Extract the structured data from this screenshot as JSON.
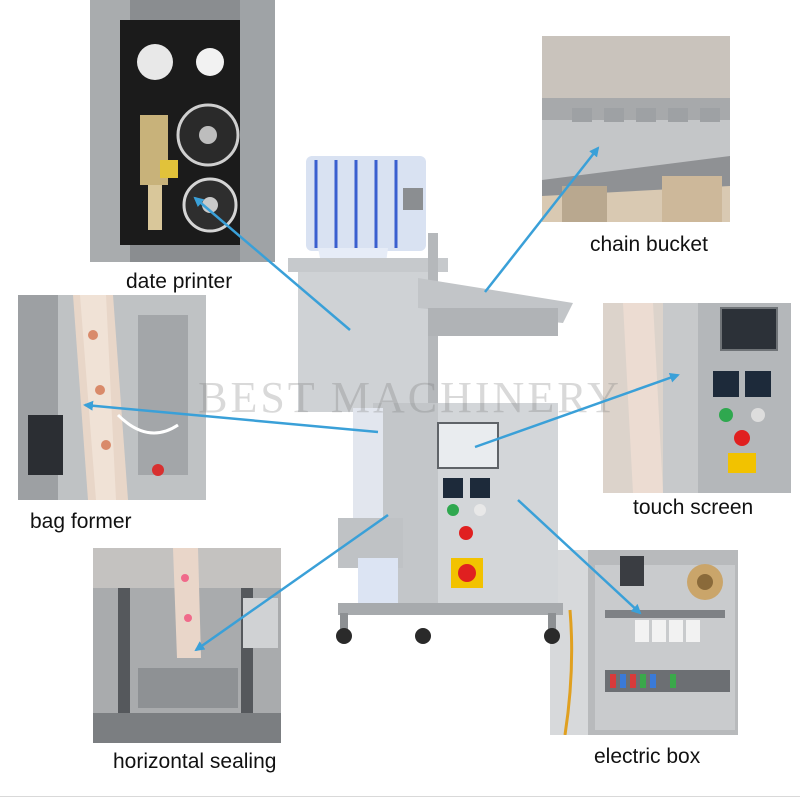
{
  "labels": {
    "date_printer": "date printer",
    "chain_bucket": "chain bucket",
    "bag_former": "bag former",
    "touch_screen": "touch screen",
    "horizontal_sealing": "horizontal sealing",
    "electric_box": "electric box"
  },
  "watermark": "BEST MACHINERY",
  "colors": {
    "arrow": "#3aa0d8",
    "steel": "#b9bcc0",
    "estop": "#e02020",
    "estop_base": "#f2c200",
    "button_green": "#2fa84f"
  }
}
